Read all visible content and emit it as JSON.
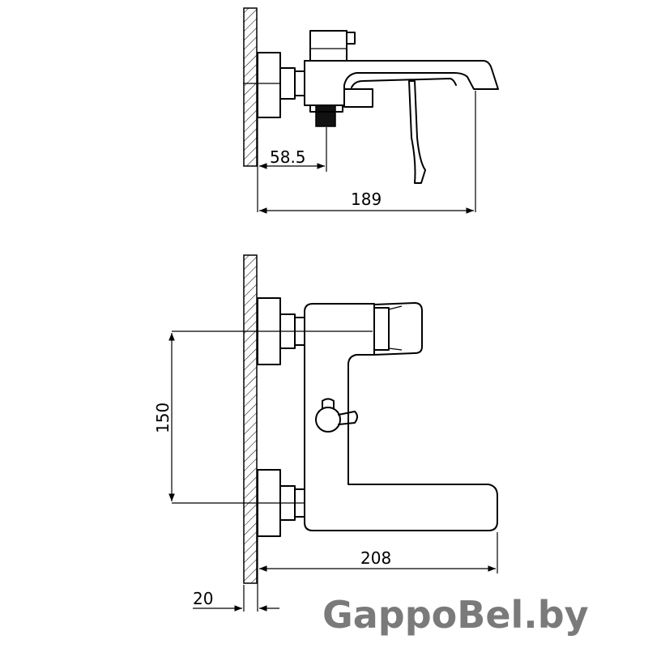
{
  "dimensions": {
    "top_small": "58.5",
    "top_total": "189",
    "front_height": "150",
    "front_width": "208",
    "wall_offset": "20"
  },
  "watermark": "GappoBel.by"
}
